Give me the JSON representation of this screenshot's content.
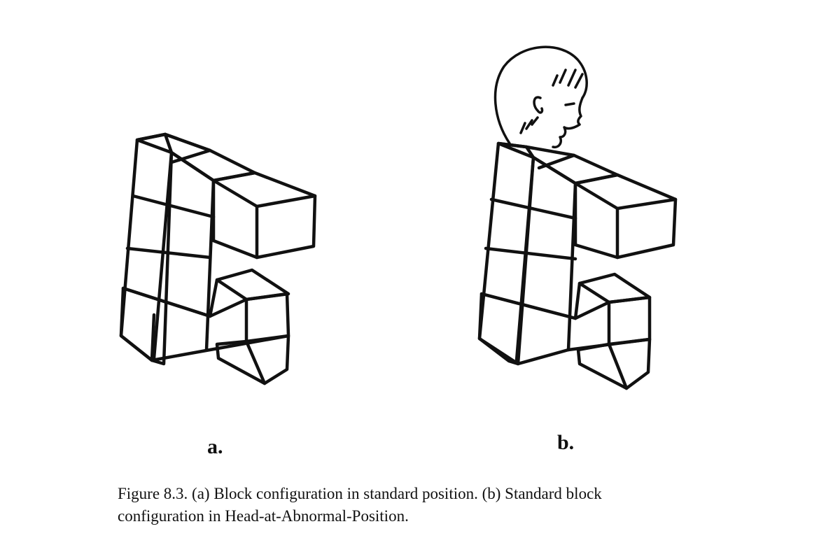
{
  "panels": [
    {
      "id": "a",
      "label": "a."
    },
    {
      "id": "b",
      "label": "b."
    }
  ],
  "caption": {
    "line1": "Figure 8.3. (a) Block configuration in standard position. (b) Standard block",
    "line2": "configuration in Head-at-Abnormal-Position."
  },
  "colors": {
    "ink": "#111111",
    "paper": "#ffffff"
  }
}
